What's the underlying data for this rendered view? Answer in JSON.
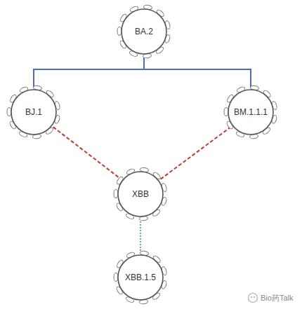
{
  "diagram": {
    "nodes": [
      {
        "text": [
          "BA.2"
        ]
      },
      {
        "text": [
          "BJ.1"
        ]
      },
      {
        "text": [
          "BM.1.1.1"
        ]
      },
      {
        "text": [
          "XBB"
        ]
      },
      {
        "text": [
          "XBB.1.5"
        ]
      }
    ],
    "edges": [
      {
        "from": 0,
        "to": 1,
        "arrow": "none"
      },
      {
        "from": 0,
        "to": 2,
        "arrow": "none"
      },
      {
        "from": 1,
        "to": 3,
        "arrow": "none"
      },
      {
        "from": 2,
        "to": 3,
        "arrow": "none"
      },
      {
        "from": 3,
        "to": 4,
        "arrow": "none"
      }
    ],
    "labels": [
      "Bio药Talk"
    ]
  }
}
